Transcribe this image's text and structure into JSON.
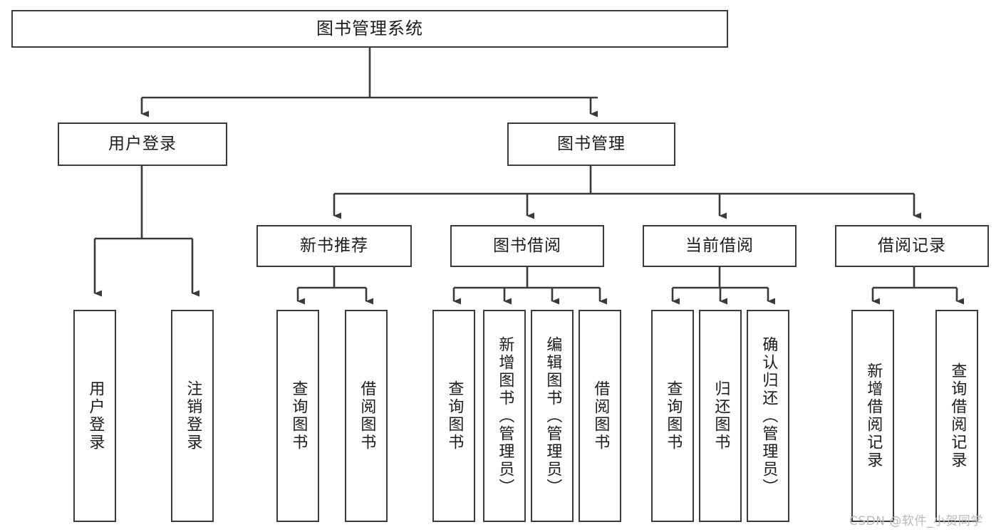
{
  "diagram": {
    "title": "图书管理系统",
    "type": "tree-hierarchy-diagram",
    "colors": {
      "box_border": "#3a3a3a",
      "box_fill": "#ffffff",
      "edge": "#3a3a3a",
      "text": "#1c1c1c",
      "background": "#ffffff",
      "watermark": "#b9b9b9"
    },
    "nodes": {
      "root": {
        "label": "图书管理系统",
        "orientation": "horizontal"
      },
      "level2": [
        {
          "label": "用户登录",
          "orientation": "horizontal"
        },
        {
          "label": "图书管理",
          "orientation": "horizontal"
        }
      ],
      "level3": [
        {
          "label": "新书推荐",
          "orientation": "horizontal"
        },
        {
          "label": "图书借阅",
          "orientation": "horizontal"
        },
        {
          "label": "当前借阅",
          "orientation": "horizontal"
        },
        {
          "label": "借阅记录",
          "orientation": "horizontal"
        }
      ],
      "leaves": {
        "user_login": [
          {
            "label": "用户登录",
            "orientation": "vertical"
          },
          {
            "label": "注销登录",
            "orientation": "vertical"
          }
        ],
        "new_book_recommend": [
          {
            "label": "查询图书",
            "orientation": "vertical"
          },
          {
            "label": "借阅图书",
            "orientation": "vertical"
          }
        ],
        "book_borrow": [
          {
            "label": "查询图书",
            "orientation": "vertical"
          },
          {
            "label": "新增图书（管理员）",
            "orientation": "vertical"
          },
          {
            "label": "编辑图书（管理员）",
            "orientation": "vertical"
          },
          {
            "label": "借阅图书",
            "orientation": "vertical"
          }
        ],
        "current_borrow": [
          {
            "label": "查询图书",
            "orientation": "vertical"
          },
          {
            "label": "归还图书",
            "orientation": "vertical"
          },
          {
            "label": "确认归还（管理员）",
            "orientation": "vertical"
          }
        ],
        "borrow_record": [
          {
            "label": "新增借阅记录",
            "orientation": "vertical"
          },
          {
            "label": "查询借阅记录",
            "orientation": "vertical"
          }
        ]
      }
    },
    "watermark": "CSDN @软件_小贺同学"
  }
}
